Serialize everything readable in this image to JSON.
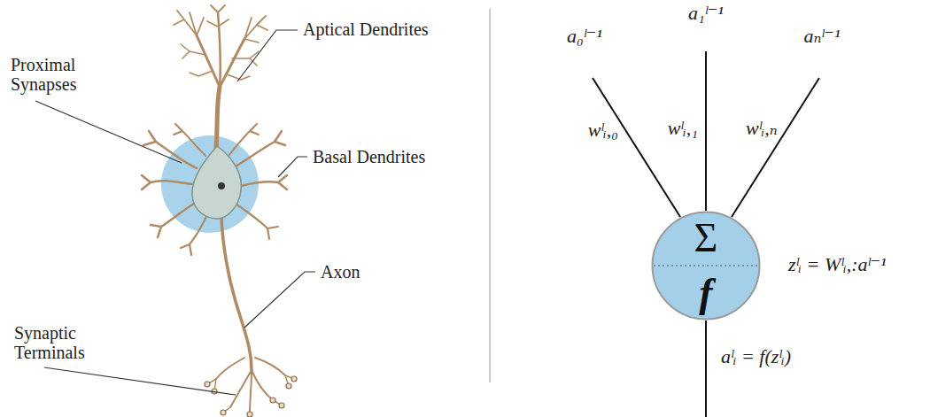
{
  "diagram": {
    "nodes": [
      {
        "text": [
          "Σ",
          "f"
        ]
      }
    ],
    "labels": [
      "Aptical Dendrites",
      "Proximal Synapses",
      "Basal Dendrites",
      "Axon",
      "Synaptic Terminals",
      "a₀ˡ⁻¹",
      "a₁ˡ⁻¹",
      "aₙˡ⁻¹",
      "wˡᵢ,₀",
      "wˡᵢ,₁",
      "wˡᵢ,ₙ",
      "zˡᵢ = Wˡᵢ,:aˡ⁻¹",
      "aˡᵢ = f(zˡᵢ)"
    ]
  }
}
